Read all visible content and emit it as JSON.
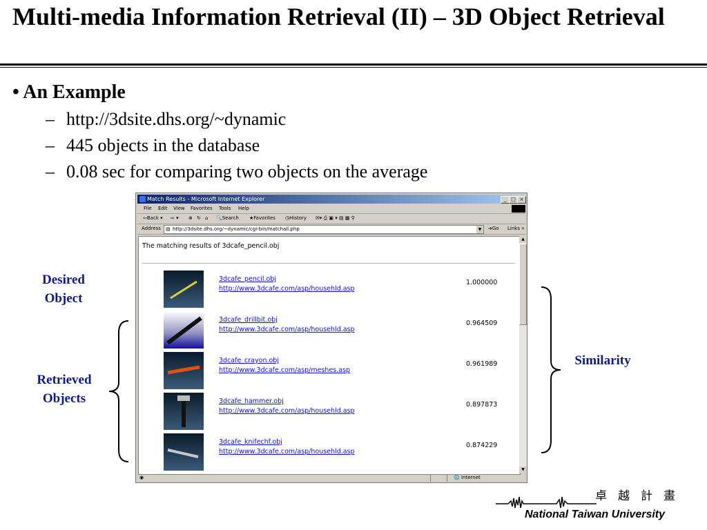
{
  "slide": {
    "title": "Multi-media Information Retrieval (II) – 3D Object Retrieval",
    "bullet": "An Example",
    "subs": [
      "http://3dsite.dhs.org/~dynamic",
      "445 objects in the database",
      "0.08 sec for comparing two objects on the average"
    ],
    "labels": {
      "desired": [
        "Desired",
        "Object"
      ],
      "retrieved": [
        "Retrieved",
        "Objects"
      ],
      "similarity": "Similarity"
    },
    "footer": {
      "university": "National Taiwan University",
      "cjk": "卓越計畫"
    },
    "colors": {
      "label_blue": "#0d1a8c",
      "titlebar": "#0a246a",
      "link": "#1010c8"
    }
  },
  "browser": {
    "window_title": "Match Results - Microsoft Internet Explorer",
    "menu": [
      "File",
      "Edit",
      "View",
      "Favorites",
      "Tools",
      "Help"
    ],
    "toolbar": {
      "back": "Back",
      "search": "Search",
      "favorites": "Favorites",
      "history": "History"
    },
    "address_label": "Address",
    "address_value": "http://3dsite.dhs.org/~dynamic/cgi-bin/matchall.php",
    "go": "Go",
    "links": "Links",
    "status_zone": "Internet",
    "heading": "The matching results of 3dcafe_pencil.obj",
    "results": [
      {
        "file": "3dcafe_pencil.obj",
        "url": "http://www.3dcafe.com/asp/househld.asp",
        "score": "1.000000",
        "thumb": "pencil"
      },
      {
        "file": "3dcafe_drillbit.obj",
        "url": "http://www.3dcafe.com/asp/househld.asp",
        "score": "0.964509",
        "thumb": "drillbit"
      },
      {
        "file": "3dcafe_crayon.obj",
        "url": "http://www.3dcafe.com/asp/meshes.asp",
        "score": "0.961989",
        "thumb": "crayon"
      },
      {
        "file": "3dcafe_hammer.obj",
        "url": "http://www.3dcafe.com/asp/househld.asp",
        "score": "0.897873",
        "thumb": "hammer"
      },
      {
        "file": "3dcafe_knifechf.obj",
        "url": "http://www.3dcafe.com/asp/househld.asp",
        "score": "0.874229",
        "thumb": "knife"
      }
    ]
  }
}
